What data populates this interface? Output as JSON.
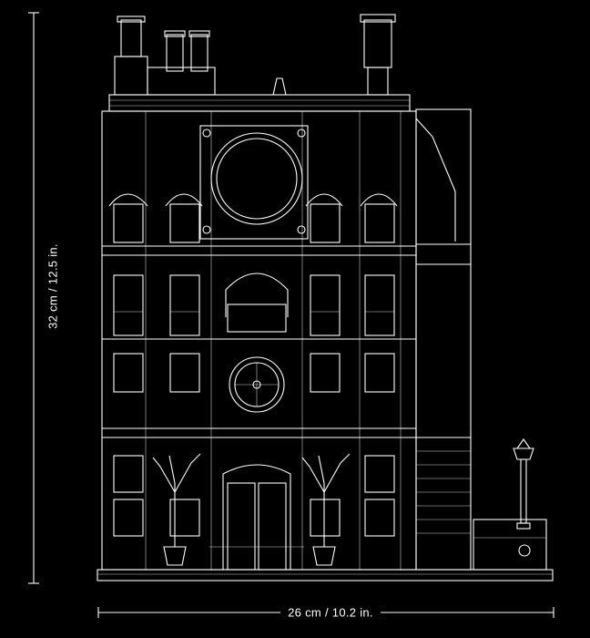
{
  "dimensions": {
    "height": "32 cm / 12.5 in.",
    "width": "26 cm / 10.2 in."
  },
  "drawing": {
    "subject": "building-line-art",
    "line_color": "#ffffff",
    "background_color": "#000000"
  }
}
